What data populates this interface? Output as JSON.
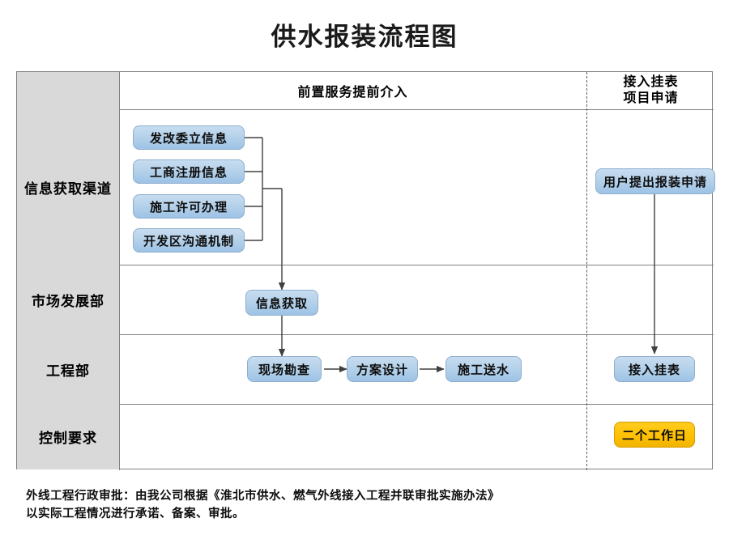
{
  "title": "供水报装流程图",
  "header": {
    "corner_label": "",
    "middle_label": "前置服务提前介入",
    "right_label_line1": "接入挂表",
    "right_label_line2": "项目申请"
  },
  "rows": [
    {
      "label": "信息获取渠道"
    },
    {
      "label": "市场发展部"
    },
    {
      "label": "工程部"
    },
    {
      "label": "控制要求"
    }
  ],
  "nodes": {
    "source_1": "发改委立信息",
    "source_2": "工商注册信息",
    "source_3": "施工许可办理",
    "source_4": "开发区沟通机制",
    "info_collect": "信息获取",
    "site_survey": "现场勘查",
    "scheme_design": "方案设计",
    "construction_supply": "施工送水",
    "user_application": "用户提出报装申请",
    "meter_connection": "接入挂表",
    "control_days": "二个工作日"
  },
  "footnote": {
    "line1": "外线工程行政审批：由我公司根据《淮北市供水、燃气外线接入工程并联审批实施办法》",
    "line2": "以实际工程情况进行承诺、备案、审批。"
  },
  "colors": {
    "node_blue": "#9dc3e6",
    "node_orange": "#ffc000",
    "label_gray": "#d9d9d9",
    "grid_line": "#808080"
  }
}
